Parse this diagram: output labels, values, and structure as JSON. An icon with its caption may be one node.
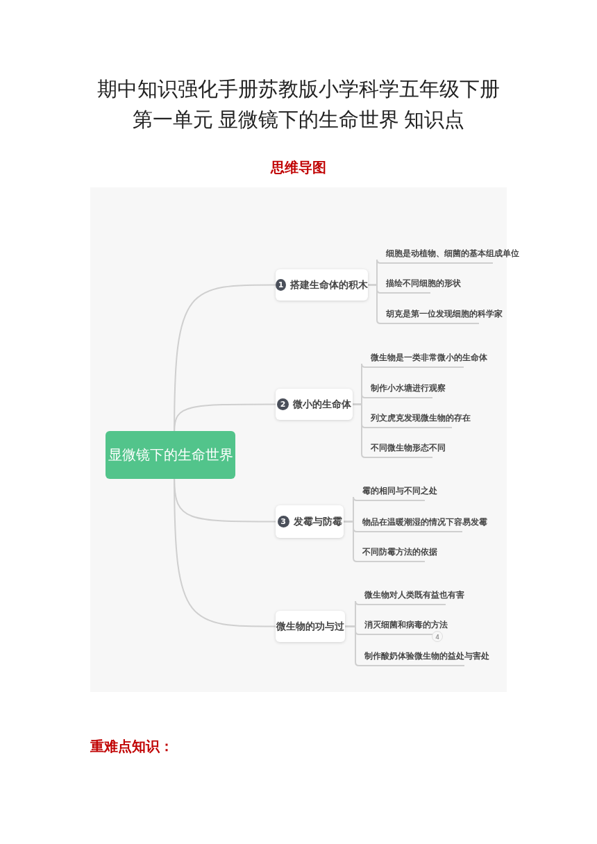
{
  "diagram": {
    "title": "期中知识强化手册苏教版小学科学五年级下册第一单元 显微镜下的生命世界 知识点",
    "nodes": [
      {
        "text": [
          "显微镜下的生命世界"
        ]
      },
      {
        "text": [
          "1",
          "搭建生命体的积木"
        ]
      },
      {
        "text": [
          "细胞是动植物、细菌的基本组成单位"
        ]
      },
      {
        "text": [
          "描绘不同细胞的形状"
        ]
      },
      {
        "text": [
          "胡克是第一位发现细胞的科学家"
        ]
      },
      {
        "text": [
          "2",
          "微小的生命体"
        ]
      },
      {
        "text": [
          "微生物是一类非常微小的生命体"
        ]
      },
      {
        "text": [
          "制作小水塘进行观察"
        ]
      },
      {
        "text": [
          "列文虎克发现微生物的存在"
        ]
      },
      {
        "text": [
          "不同微生物形态不同"
        ]
      },
      {
        "text": [
          "3",
          "发霉与防霉"
        ]
      },
      {
        "text": [
          "霉的相同与不同之处"
        ]
      },
      {
        "text": [
          "物品在温暖潮湿的情况下容易发霉"
        ]
      },
      {
        "text": [
          "不同防霉方法的依据"
        ]
      },
      {
        "text": [
          "微生物的功与过"
        ]
      },
      {
        "text": [
          "微生物对人类既有益也有害"
        ]
      },
      {
        "text": [
          "消灭细菌和病毒的方法"
        ]
      },
      {
        "text": [
          "制作酸奶体验微生物的益处与害处"
        ]
      }
    ],
    "edges": [
      {
        "from": 0,
        "to": 1,
        "arrow": "none"
      },
      {
        "from": 1,
        "to": 2,
        "arrow": "none"
      },
      {
        "from": 1,
        "to": 3,
        "arrow": "none"
      },
      {
        "from": 1,
        "to": 4,
        "arrow": "none"
      },
      {
        "from": 0,
        "to": 5,
        "arrow": "none"
      },
      {
        "from": 5,
        "to": 6,
        "arrow": "none"
      },
      {
        "from": 5,
        "to": 7,
        "arrow": "none"
      },
      {
        "from": 5,
        "to": 8,
        "arrow": "none"
      },
      {
        "from": 5,
        "to": 9,
        "arrow": "none"
      },
      {
        "from": 0,
        "to": 10,
        "arrow": "none"
      },
      {
        "from": 10,
        "to": 11,
        "arrow": "none"
      },
      {
        "from": 10,
        "to": 12,
        "arrow": "none"
      },
      {
        "from": 10,
        "to": 13,
        "arrow": "none"
      },
      {
        "from": 0,
        "to": 14,
        "arrow": "none"
      },
      {
        "from": 14,
        "to": 15,
        "arrow": "none"
      },
      {
        "from": 14,
        "to": 16,
        "arrow": "none"
      },
      {
        "from": 14,
        "to": 17,
        "arrow": "none"
      }
    ],
    "labels": [
      "思维导图",
      "4",
      "重难点知识："
    ]
  }
}
